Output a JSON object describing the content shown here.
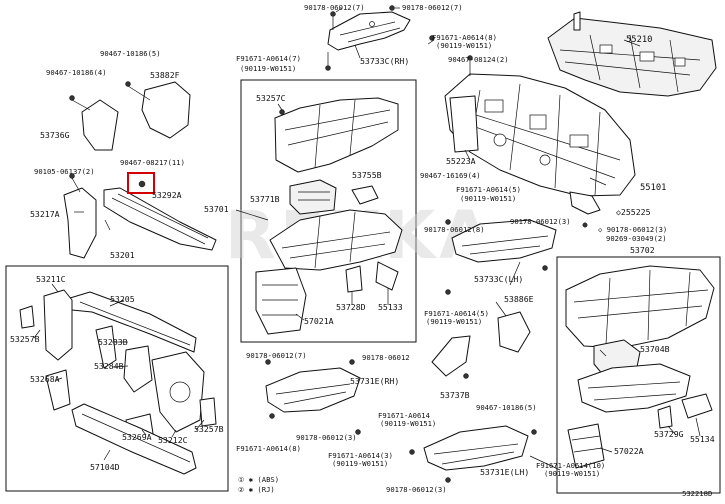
{
  "watermark": "REKKA",
  "diagram_code": "532218D",
  "legend": {
    "line1": "① ✱ (ABS)",
    "line2": "② ✱ (RJ)"
  },
  "labels": {
    "p90178_06012_7_top": "90178-06012(7)",
    "p90178_06012_7_top2": "90178-06012(7)",
    "p53733C_RH": "53733C(RH)",
    "p91671_a_top": "F91671-A0614(7)",
    "p90119_a_top": "(90119-W0151)",
    "p91671_b_top": "F91671-A0614(8)",
    "p90119_b_top": "(90119-W0151)",
    "p55210": "55210",
    "p90467_08124": "90467-08124(2)",
    "p90467_10186_5": "90467-10186(5)",
    "p90467_10186_4": "90467-10186(4)",
    "p53882F": "53882F",
    "p53736G": "53736G",
    "p53257C": "53257C",
    "p55101": "55101",
    "p55223A": "55223A",
    "p90467_16169": "90467-16169(4)",
    "p91671_c": "F91671-A0614(5)",
    "p90119_c": "(90119-W0151)",
    "p255225": "◇255225",
    "p90105_06137": "90105-06137(2)",
    "p90467_08217": "90467-08217(11)",
    "p53217A": "53217A",
    "p53292A": "53292A",
    "p53755B": "53755B",
    "p53771B": "53771B",
    "p53701": "53701",
    "p90178_06012_8a": "90178-06012(8)",
    "p90178_06012_3a": "90178-06012(3)",
    "p90178_06012_3b": "◇ 90178-06012(3)",
    "p90269_03049": "90269-03049(2)",
    "p53702": "53702",
    "p53201": "53201",
    "p53211C": "53211C",
    "p53205": "53205",
    "p53257B_left": "53257B",
    "p53283B": "53283B",
    "p53728D": "53728D",
    "p55133": "55133",
    "p57021A": "57021A",
    "p53733C_LH": "53733C(LH)",
    "p53886E": "53886E",
    "p91671_d": "F91671-A0614(5)",
    "p90119_d": "(90119-W0151)",
    "p53284B": "53284B",
    "p53268A": "53268A",
    "p90178_06012_7b": "90178-06012(7)",
    "p90178_06012_mid": "90178-06012",
    "p53731E_RH": "53731E(RH)",
    "p53704B": "53704B",
    "p53737B": "53737B",
    "p90467_10186_5b": "90467-10186(5)",
    "p53269A": "53269A",
    "p53212C": "53212C",
    "p53257B_right": "53257B",
    "p91671_e": "F91671-A0614",
    "p90119_e": "(90119-W0151)",
    "p53729G": "53729G",
    "p55134": "55134",
    "p57104D": "57104D",
    "p90178_06012_3c": "90178-06012(3)",
    "p91671_f": "F91671-A0614(8)",
    "p91671_g": "F91671-A0614(3)",
    "p90119_g": "(90119-W0151)",
    "p53731E_LH": "53731E(LH)",
    "p57022A": "57022A",
    "p91671_h": "F91671-A0614(10)",
    "p90119_h": "(90119-W0151)",
    "p90178_06012_3d": "90178-06012(3)"
  }
}
